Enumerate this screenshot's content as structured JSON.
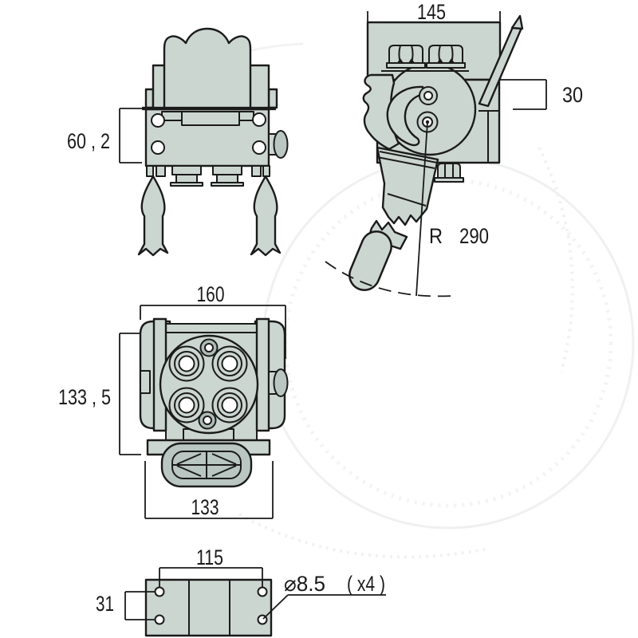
{
  "drawing": {
    "type": "technical-orthographic-views",
    "subject": "valve assembly with hand lever",
    "labels": {
      "front": {
        "height": "60 , 2"
      },
      "side": {
        "width": "145",
        "depth": "30",
        "radius_prefix": "R",
        "radius_value": "290"
      },
      "top": {
        "width": "160",
        "height": "133 , 5",
        "base": "133"
      },
      "mount": {
        "spacing_h": "115",
        "spacing_v": "31",
        "hole_dia": "⌀8.5",
        "hole_qty": "( x4 )"
      }
    },
    "colors": {
      "body_fill": "#ccd6d1",
      "accent_fill": "#b9c6c1",
      "boss_fill": "#aebcb7",
      "line": "#1b1b1b",
      "dimension_text": "#1a1a1a",
      "watermark": "#eff1f0",
      "background": "#ffffff"
    }
  }
}
